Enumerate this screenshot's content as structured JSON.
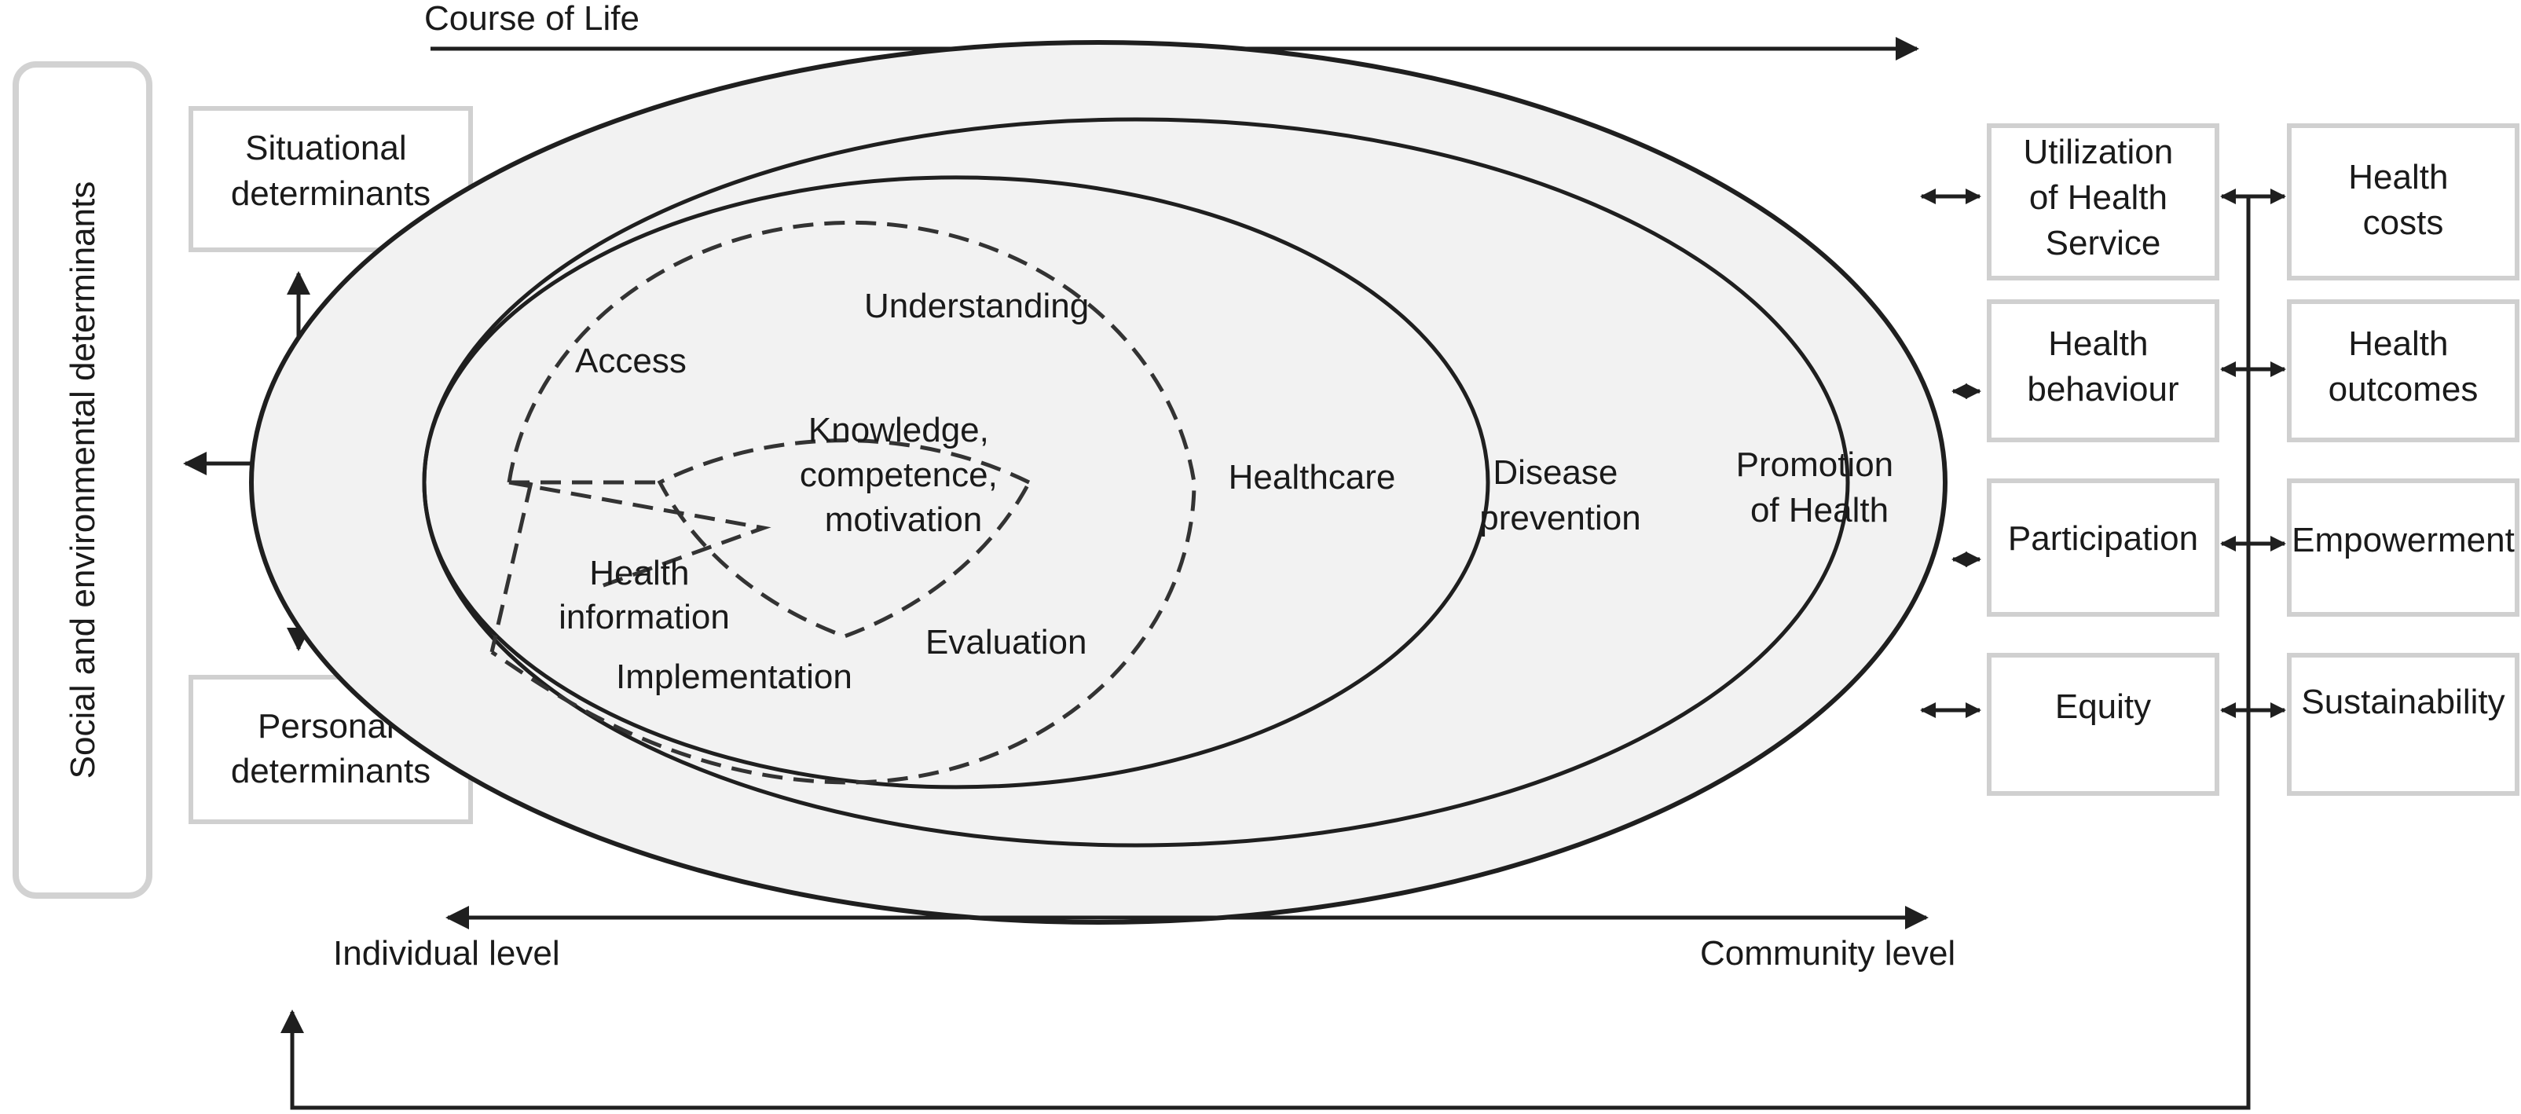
{
  "top_arrow_label": "Course of Life",
  "side_panel_label": "Social and environmental determinants",
  "left_boxes": {
    "situational": [
      "Situational",
      "determinants"
    ],
    "personal": [
      "Personal",
      "determinants"
    ]
  },
  "inner_labels": {
    "access": "Access",
    "understanding": "Understanding",
    "knowledge": [
      "Knowledge,",
      "competence,",
      "motivation"
    ],
    "health_information": [
      "Health",
      "information"
    ],
    "implementation": "Implementation",
    "evaluation": "Evaluation"
  },
  "ellipse_labels": {
    "healthcare": "Healthcare",
    "disease_prevention": [
      "Disease",
      "prevention"
    ],
    "promotion_of_health": [
      "Promotion",
      "of Health"
    ]
  },
  "bottom_labels": {
    "individual": "Individual level",
    "community": "Community level"
  },
  "right_col1": {
    "utilization": [
      "Utilization",
      "of Health",
      "Service"
    ],
    "behaviour": [
      "Health",
      "behaviour"
    ],
    "participation": "Participation",
    "equity": "Equity"
  },
  "right_col2": {
    "costs": [
      "Health",
      "costs"
    ],
    "outcomes": [
      "Health",
      "outcomes"
    ],
    "empowerment": "Empowerment",
    "sustainability": "Sustainability"
  }
}
